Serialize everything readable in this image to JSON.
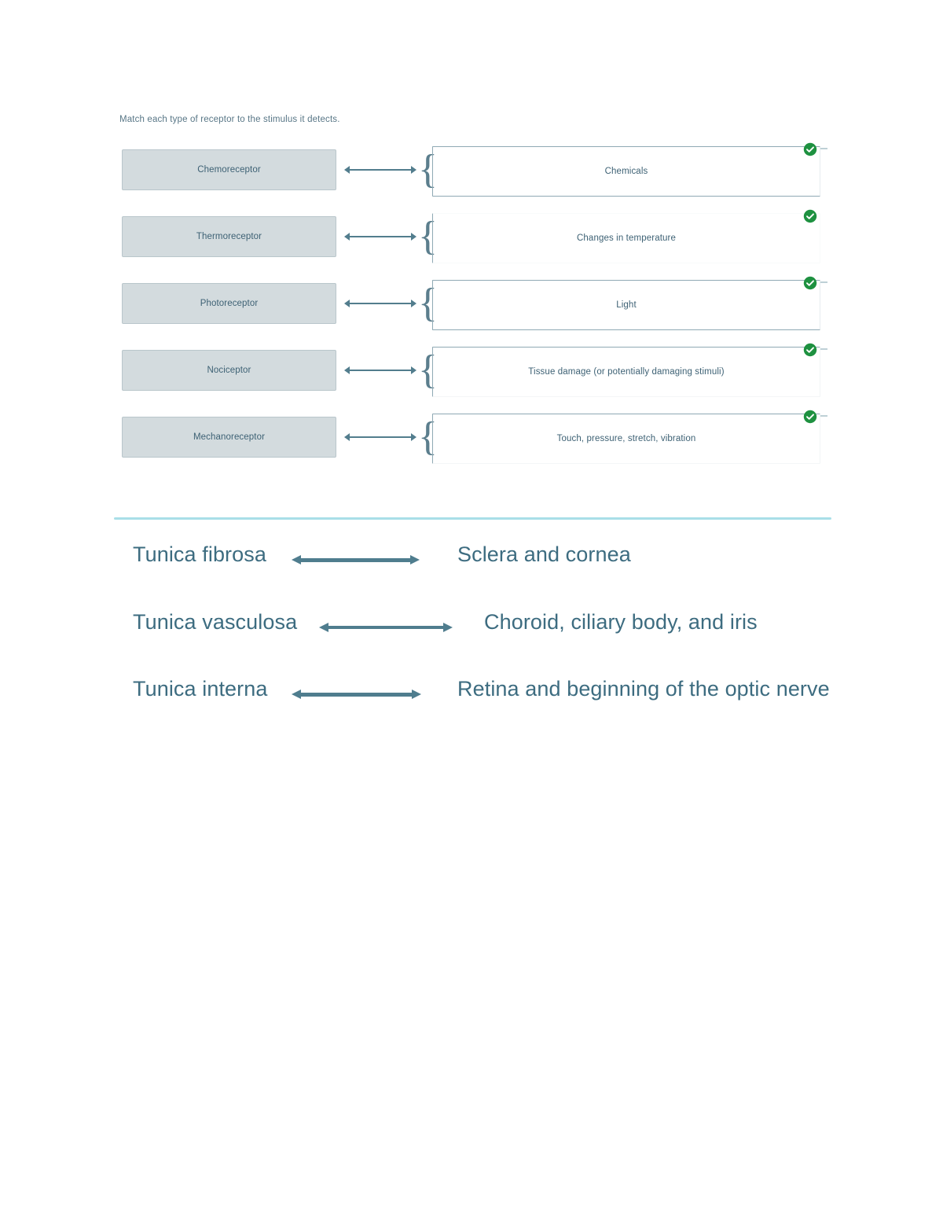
{
  "colors": {
    "chip_fill": "#d3dbde",
    "chip_border": "#b9c6cb",
    "text_teal": "#3d6174",
    "heading_teal": "#3d6c80",
    "arrow_teal": "#4f7d8e",
    "box_border": "#8fa9b4",
    "divider": "#a9dfe8",
    "badge_green": "#1e9140"
  },
  "quiz": {
    "prompt": "Match each type of receptor to the stimulus it detects.",
    "status_icon": "check-circle-icon",
    "pairs": [
      {
        "term": "Chemoreceptor",
        "answer": "Chemicals",
        "arrow_icon": "double-arrow-icon",
        "brace_glyph": "{",
        "correct": true
      },
      {
        "term": "Thermoreceptor",
        "answer": "Changes in temperature",
        "arrow_icon": "double-arrow-icon",
        "brace_glyph": "{",
        "correct": true
      },
      {
        "term": "Photoreceptor",
        "answer": "Light",
        "arrow_icon": "double-arrow-icon",
        "brace_glyph": "{",
        "correct": true
      },
      {
        "term": "Nociceptor",
        "answer": "Tissue damage (or potentially damaging stimuli)",
        "arrow_icon": "double-arrow-icon",
        "brace_glyph": "{",
        "correct": true
      },
      {
        "term": "Mechanoreceptor",
        "answer": "Touch, pressure, stretch, vibration",
        "arrow_icon": "double-arrow-icon",
        "brace_glyph": "{",
        "correct": true
      }
    ]
  },
  "tunica": {
    "pairs": [
      {
        "term": "Tunica fibrosa",
        "definition": "Sclera and cornea",
        "arrow_icon": "double-arrow-icon"
      },
      {
        "term": "Tunica vasculosa",
        "definition": "Choroid, ciliary body, and iris",
        "arrow_icon": "double-arrow-icon"
      },
      {
        "term": "Tunica interna",
        "definition": "Retina and beginning of the optic nerve",
        "arrow_icon": "double-arrow-icon"
      }
    ]
  }
}
